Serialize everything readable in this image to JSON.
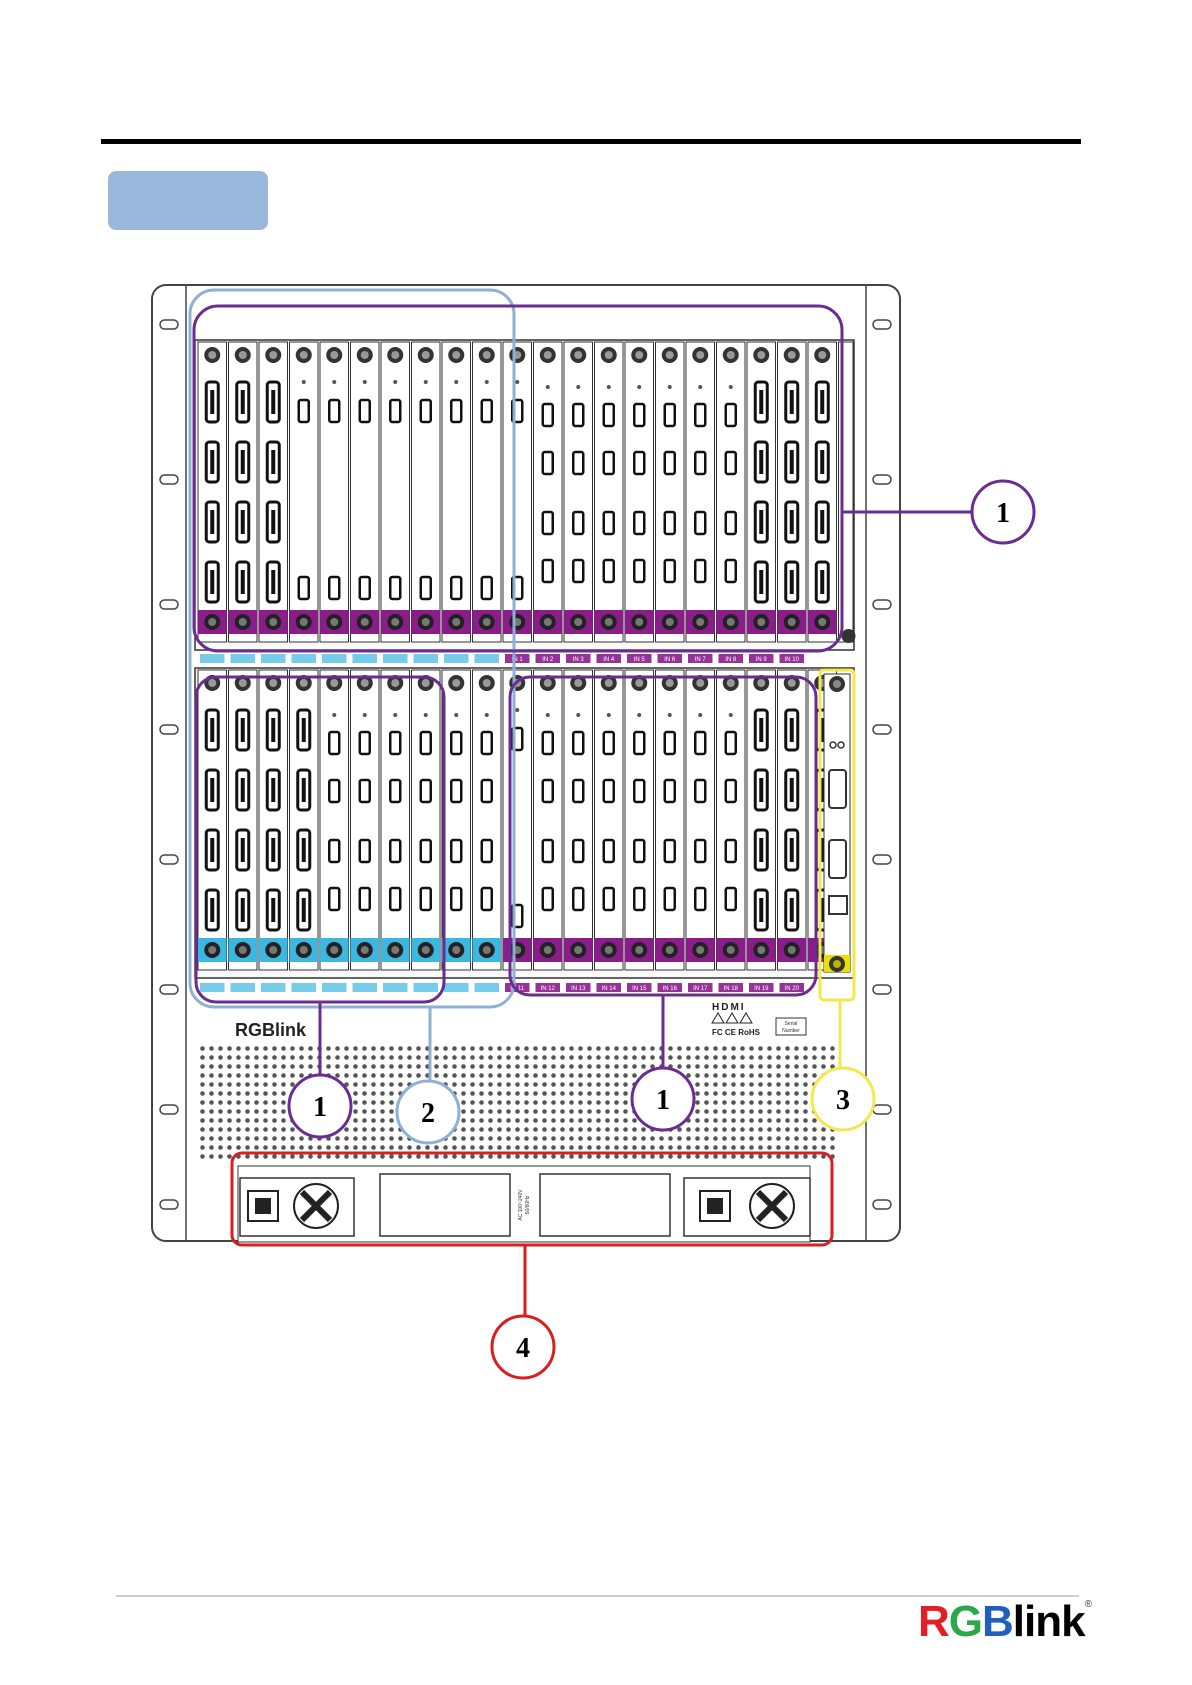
{
  "diagram": {
    "brand": "RGBlink",
    "hdmi_mark": "HDMI",
    "cert_marks": "FC CE RoHS",
    "serial_label_1": "Serial",
    "serial_label_2": "Number",
    "power_rating_1": "AC 100~240V",
    "power_rating_2": "50/60Hz",
    "callouts": [
      {
        "label": "1",
        "color": "#6a2c91"
      },
      {
        "label": "1",
        "color": "#6a2c91"
      },
      {
        "label": "1",
        "color": "#6a2c91"
      },
      {
        "label": "2",
        "color": "#8fb0d6"
      },
      {
        "label": "3",
        "color": "#f2e94e"
      },
      {
        "label": "4",
        "color": "#d81e1e"
      }
    ],
    "upper_input_labels": [
      "IN 1",
      "IN 2",
      "IN 3",
      "IN 4",
      "IN 5",
      "IN 6",
      "IN 7",
      "IN 8",
      "IN 9",
      "IN 10"
    ],
    "lower_input_labels": [
      "IN 11",
      "IN 12",
      "IN 13",
      "IN 14",
      "IN 15",
      "IN 16",
      "IN 17",
      "IN 18",
      "IN 19",
      "IN 20"
    ],
    "colors": {
      "input_group": "#6a2c91",
      "output_group": "#8fb0d6",
      "control_group": "#f2e94e",
      "power_group": "#d81e1e",
      "input_strip": "#8b1d8b",
      "output_strip": "#3cb7e0"
    }
  },
  "footer": {
    "logo_r": "R",
    "logo_g": "G",
    "logo_b": "B",
    "logo_rest": "link",
    "logo_reg": "®",
    "colors": {
      "r": "#e31e24",
      "g": "#2aa84a",
      "b": "#1f5fbf",
      "rest": "#000000"
    }
  }
}
